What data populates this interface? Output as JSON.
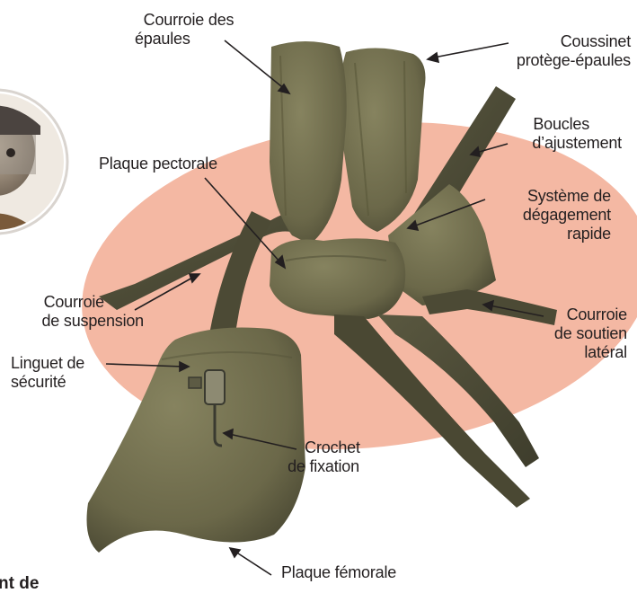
{
  "labels": {
    "courroie_epaules": [
      "Courroie des",
      "épaules"
    ],
    "coussinet": [
      "Coussinet",
      "protège-épaules"
    ],
    "boucles": [
      "Boucles",
      "d’ajustement"
    ],
    "plaque_pectorale": [
      "Plaque pectorale"
    ],
    "systeme_degagement": [
      "Système de",
      "dégagement",
      "rapide"
    ],
    "courroie_suspension": [
      "Courroie",
      "de suspension"
    ],
    "courroie_soutien": [
      "Courroie",
      "de soutien",
      "latéral"
    ],
    "linguet": [
      "Linguet de",
      "sécurité"
    ],
    "crochet": [
      "Crochet",
      "de fixation"
    ],
    "plaque_femorale": [
      "Plaque fémorale"
    ]
  },
  "heading_fragment": "nt de",
  "colors": {
    "background_ellipse": "#f4b8a3",
    "harness_fabric": "#6e6b4c",
    "harness_dark": "#4a4833",
    "text": "#231f20"
  },
  "icons": {
    "operator_photo": "person-with-face-shield-icon"
  }
}
